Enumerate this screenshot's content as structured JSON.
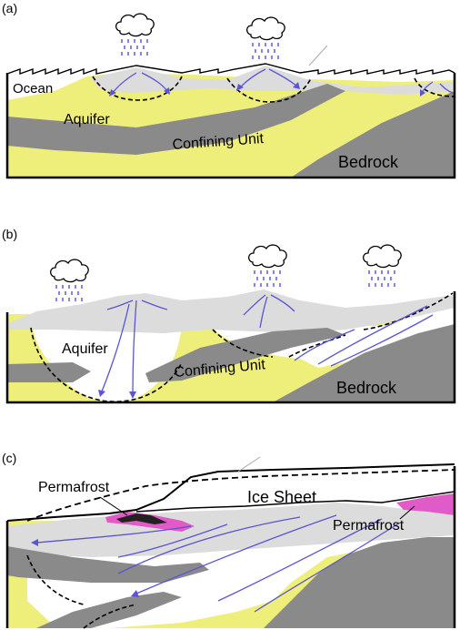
{
  "panels": [
    {
      "letter": "(a)",
      "labels": {
        "ocean": "Ocean",
        "aquifer": "Aquifer",
        "confining": "Confining Unit",
        "bedrock": "Bedrock"
      }
    },
    {
      "letter": "(b)",
      "labels": {
        "aquifer": "Aquifer",
        "confining": "Confining Unit",
        "bedrock": "Bedrock"
      }
    },
    {
      "letter": "(c)",
      "labels": {
        "permafrost_left": "Permafrost",
        "ice_sheet": "Ice Sheet",
        "permafrost_right": "Permafrost"
      }
    }
  ],
  "colors": {
    "aquifer_yellow": "#eeee7a",
    "confining_gray": "#8a8a8a",
    "bedrock_gray": "#8a8a8a",
    "recharge_lightgray": "#dcdcdc",
    "flow_arrow_blue": "#5a55d2",
    "permafrost_pink": "#e05ac8",
    "outline": "#000000"
  },
  "icons": [
    "rain-cloud-icon"
  ]
}
